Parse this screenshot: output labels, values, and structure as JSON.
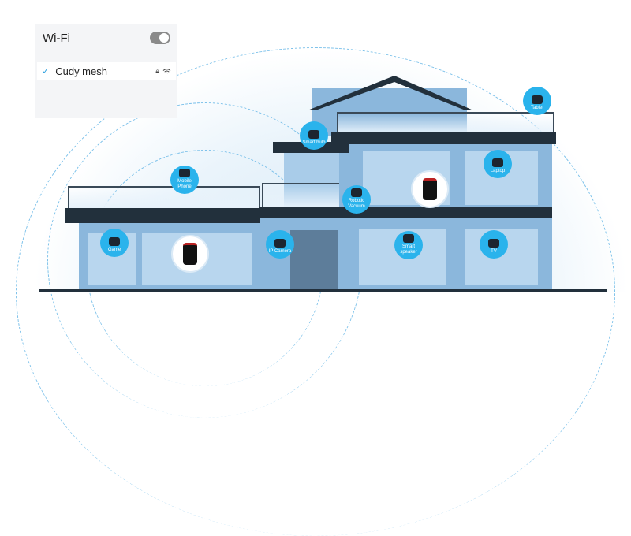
{
  "wifi": {
    "title": "Wi-Fi",
    "enabled": true,
    "network": {
      "name": "Cudy mesh",
      "connected": true,
      "secured": true
    }
  },
  "devices": {
    "game": "Game",
    "mobile": "Mobile Phone",
    "bulb": "Smart bulb",
    "tablet": "Tablet",
    "laptop": "Laptop",
    "vacuum": "Robotic Vacuum",
    "camera": "IP Camera",
    "speaker": "Smart speaker",
    "tv": "TV"
  },
  "colors": {
    "accent": "#2ab3ec",
    "slab": "#22303c",
    "wall": "#8bb7dc"
  }
}
